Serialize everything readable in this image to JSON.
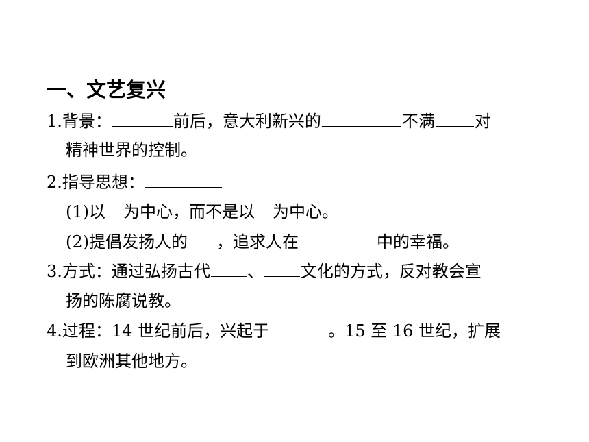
{
  "section": {
    "title": "一、文艺复兴"
  },
  "items": {
    "background": {
      "label": "1.背景：",
      "t1": "前后，意大利新兴的",
      "t2": "不满",
      "t3": "对",
      "cont": "精神世界的控制。"
    },
    "guiding": {
      "label": "2.指导思想：",
      "sub1": {
        "num": "(1)以",
        "t1": "为中心，而不是以",
        "t2": "为中心。"
      },
      "sub2": {
        "num": "(2)提倡发扬人的",
        "t1": "，追求人在",
        "t2": "中的幸福。"
      }
    },
    "method": {
      "label": "3.方式：通过弘扬古代",
      "t1": "、",
      "t2": "文化的方式，反对教会宣",
      "cont": "扬的陈腐说教。"
    },
    "process": {
      "label": "4.过程：14 世纪前后，兴起于",
      "t1": "。15 至 16 世纪，扩展",
      "cont": "到欧洲其他地方。"
    }
  }
}
